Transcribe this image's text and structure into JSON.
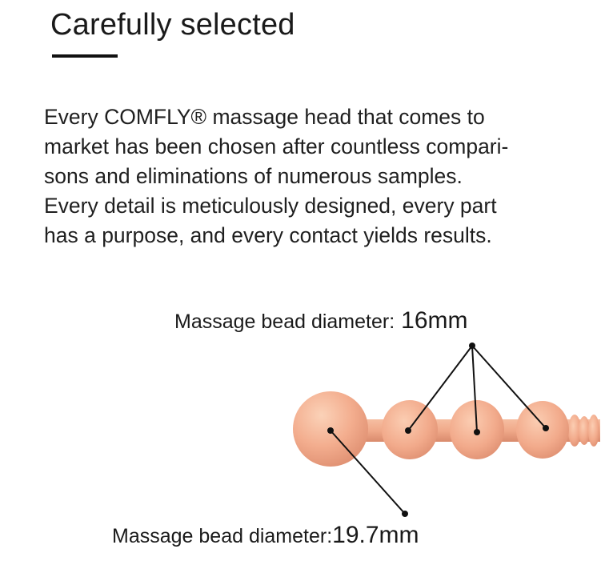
{
  "heading": {
    "title": "Carefully selected"
  },
  "description": {
    "lines": [
      "Every COMFLY® massage head that comes to",
      "market has been chosen after countless compari-",
      "sons and eliminations of numerous samples.",
      "Every detail is meticulously designed, every part",
      "has a purpose, and every contact yields results."
    ]
  },
  "annotations": {
    "small_bead": {
      "label": "Massage bead diameter:",
      "value": "16mm"
    },
    "large_bead": {
      "label": "Massage bead diameter:",
      "value": "19.7mm"
    }
  },
  "colors": {
    "bead_light": "#f8c5a6",
    "bead_mid": "#f0a88a",
    "bead_dark": "#d98b6d",
    "line": "#111111"
  }
}
